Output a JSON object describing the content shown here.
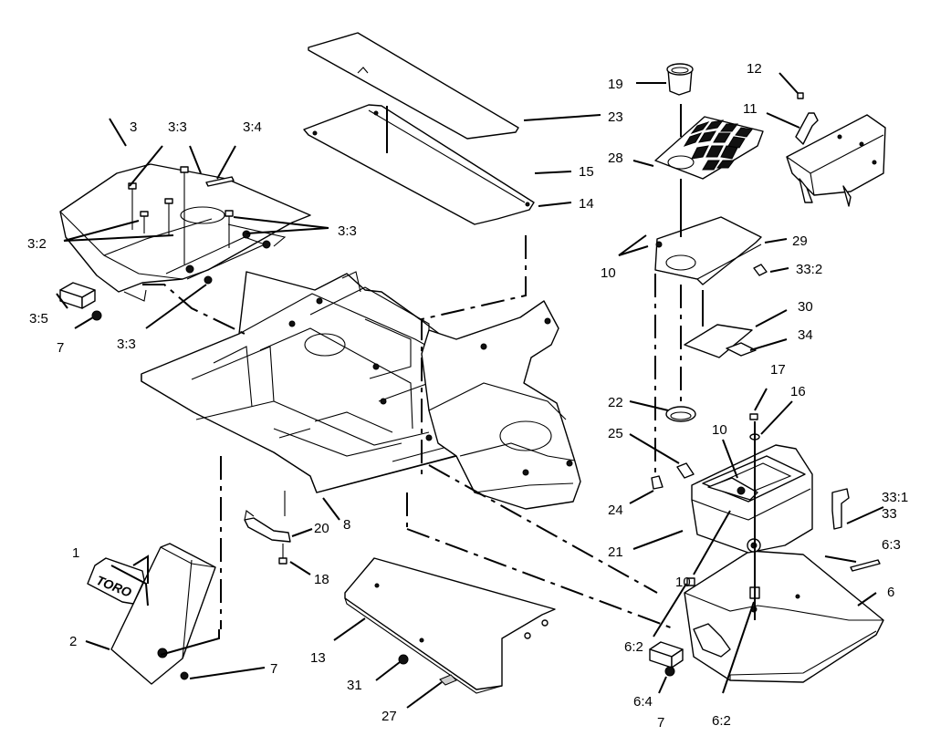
{
  "diagram": {
    "logo_text": "TORO",
    "callouts": [
      {
        "id": "c-1",
        "text": "1"
      },
      {
        "id": "c-2",
        "text": "2"
      },
      {
        "id": "c-3",
        "text": "3"
      },
      {
        "id": "c-3-3a",
        "text": "3:3"
      },
      {
        "id": "c-3-4",
        "text": "3:4"
      },
      {
        "id": "c-3-2",
        "text": "3:2"
      },
      {
        "id": "c-3-3b",
        "text": "3:3"
      },
      {
        "id": "c-3-5",
        "text": "3:5"
      },
      {
        "id": "c-7a",
        "text": "7"
      },
      {
        "id": "c-3-3c",
        "text": "3:3"
      },
      {
        "id": "c-23",
        "text": "23"
      },
      {
        "id": "c-15",
        "text": "15"
      },
      {
        "id": "c-14",
        "text": "14"
      },
      {
        "id": "c-19",
        "text": "19"
      },
      {
        "id": "c-12",
        "text": "12"
      },
      {
        "id": "c-11",
        "text": "11"
      },
      {
        "id": "c-28",
        "text": "28"
      },
      {
        "id": "c-29",
        "text": "29"
      },
      {
        "id": "c-10a",
        "text": "10"
      },
      {
        "id": "c-33-2",
        "text": "33:2"
      },
      {
        "id": "c-30",
        "text": "30"
      },
      {
        "id": "c-34",
        "text": "34"
      },
      {
        "id": "c-17",
        "text": "17"
      },
      {
        "id": "c-16",
        "text": "16"
      },
      {
        "id": "c-22",
        "text": "22"
      },
      {
        "id": "c-25",
        "text": "25"
      },
      {
        "id": "c-10b",
        "text": "10"
      },
      {
        "id": "c-24",
        "text": "24"
      },
      {
        "id": "c-33-1",
        "text": "33:1"
      },
      {
        "id": "c-33",
        "text": "33"
      },
      {
        "id": "c-21",
        "text": "21"
      },
      {
        "id": "c-6-3",
        "text": "6:3"
      },
      {
        "id": "c-10c",
        "text": "10"
      },
      {
        "id": "c-6",
        "text": "6"
      },
      {
        "id": "c-20",
        "text": "20"
      },
      {
        "id": "c-8",
        "text": "8"
      },
      {
        "id": "c-18",
        "text": "18"
      },
      {
        "id": "c-6-2a",
        "text": "6:2"
      },
      {
        "id": "c-13",
        "text": "13"
      },
      {
        "id": "c-7b",
        "text": "7"
      },
      {
        "id": "c-31",
        "text": "31"
      },
      {
        "id": "c-27",
        "text": "27"
      },
      {
        "id": "c-6-4",
        "text": "6:4"
      },
      {
        "id": "c-7c",
        "text": "7"
      },
      {
        "id": "c-6-2b",
        "text": "6:2"
      }
    ]
  }
}
